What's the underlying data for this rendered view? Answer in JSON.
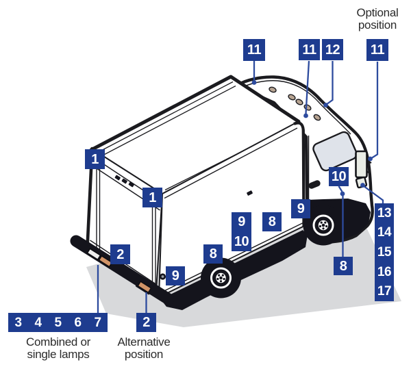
{
  "figure": {
    "kind": "vehicle lamp position diagram",
    "vehicle": "box truck, rear three-quarter view"
  },
  "colors": {
    "badge_blue": "#1e3c8f",
    "leader_blue": "#2d4b9e",
    "outline": "#1b1b1f",
    "chassis": "#14141c",
    "lamp_amber": "#d09367",
    "lamp_white": "#ededed",
    "glass": "#dfe3ea",
    "mirror": "#e9ece5",
    "shadow": "#d8d9db",
    "text": "#2b2b2b",
    "background": "#ffffff"
  },
  "captions": {
    "optional_position": "Optional\nposition",
    "combined_or_single_lamps": "Combined or\nsingle lamps",
    "alternative_position": "Alternative\nposition"
  },
  "badges": {
    "roof_rear_11": "11",
    "cab_roof_11": "11",
    "cab_roof_12": "12",
    "optional_11": "11",
    "rear_top_left_1": "1",
    "rear_top_right_1": "1",
    "rear_lamp_2": "2",
    "rear_alt_lamp_2": "2",
    "rear_corner_9": "9",
    "side_rear_8": "8",
    "side_mid_9": "9",
    "side_mid_10": "10",
    "side_front_8": "8",
    "side_cab_9": "9",
    "cab_door_10": "10",
    "cab_lower_8": "8"
  },
  "strip_3_7": [
    "3",
    "4",
    "5",
    "6",
    "7"
  ],
  "column_13_17": [
    "13",
    "14",
    "15",
    "16",
    "17"
  ]
}
